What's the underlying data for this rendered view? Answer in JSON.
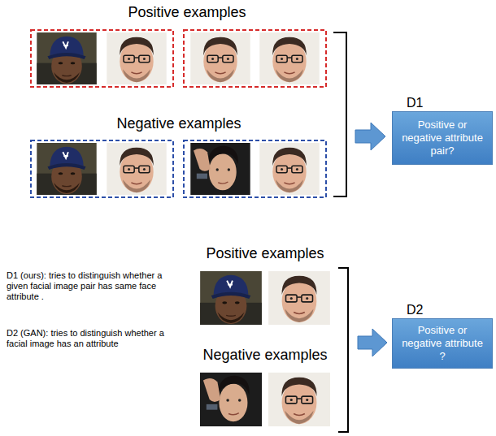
{
  "diagram": {
    "nodes": [
      {
        "text": [
          "D1",
          "Positive or negative attribute pair?"
        ]
      },
      {
        "text": [
          "D2",
          "Positive or negative attribute ?"
        ]
      }
    ],
    "labels": [
      "Positive examples",
      "Negative examples",
      "D1 (ours): tries to distinguish whether a given facial image pair has same face attribute .",
      "D2 (GAN): tries to distinguish whether a facial image has an attribute",
      "Positive examples",
      "Negative examples"
    ]
  }
}
